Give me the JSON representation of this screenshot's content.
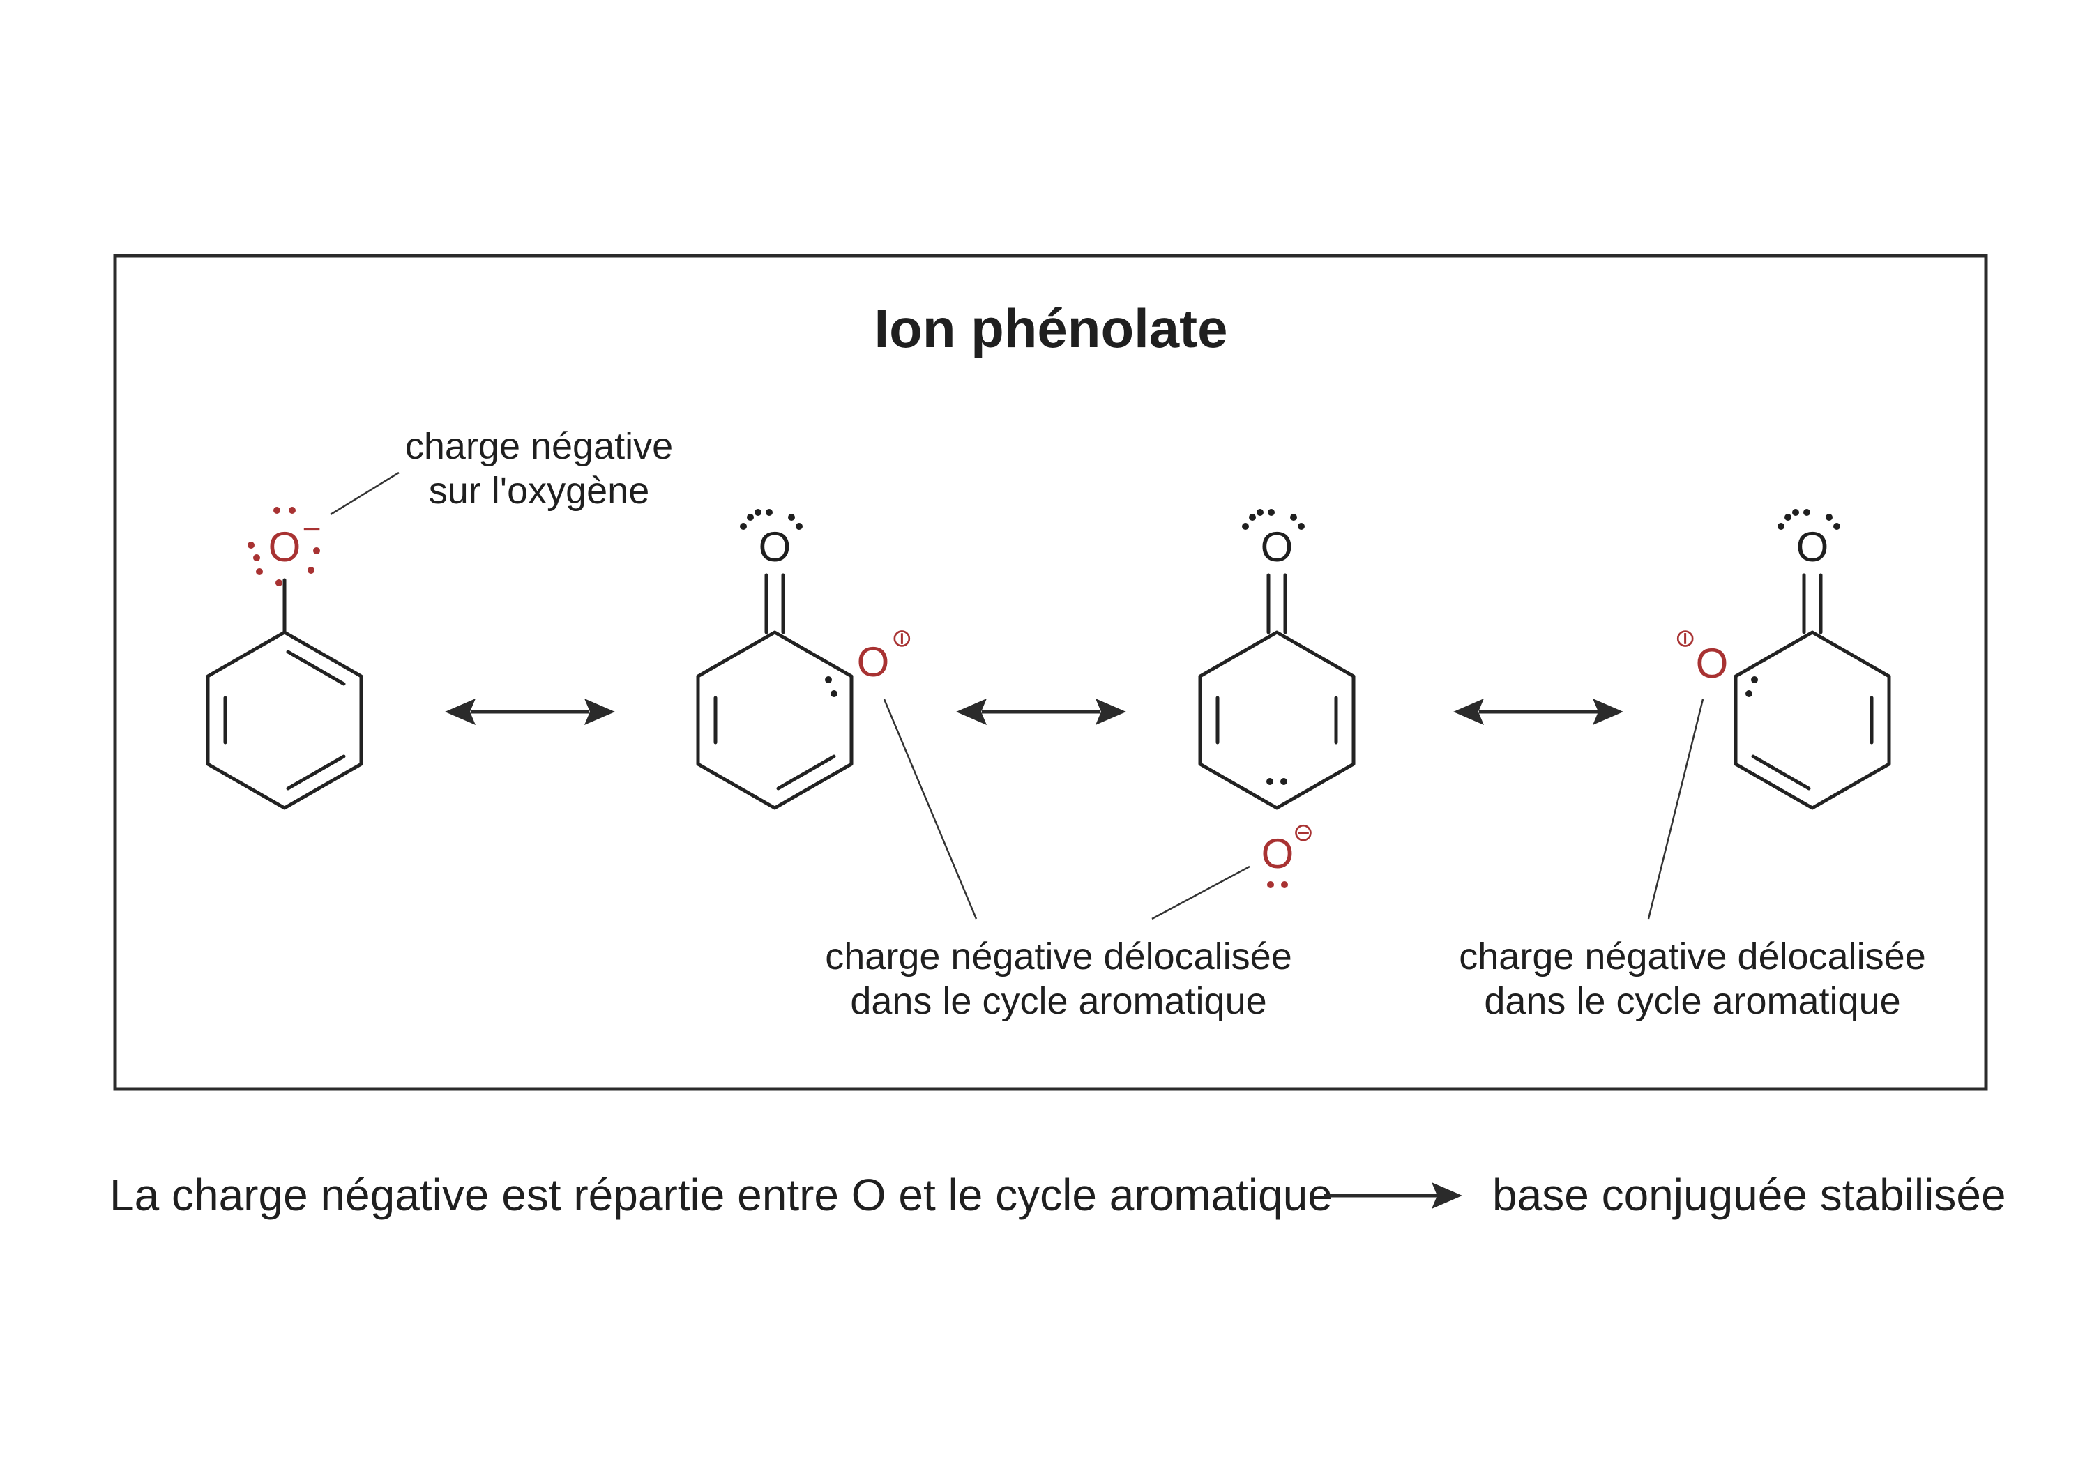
{
  "title": "Ion phénolate",
  "atom_label": "O",
  "charge_minus": "−",
  "charge_circled": "⊖",
  "annotations": {
    "oxygen_charge_line1": "charge négative",
    "oxygen_charge_line2": "sur l'oxygène",
    "delocalized_line1": "charge négative délocalisée",
    "delocalized_line2": "dans le cycle aromatique"
  },
  "footer": {
    "statement": "La charge négative est répartie entre O et le cycle aromatique",
    "conclusion": "base conjuguée stabilisée"
  },
  "colors": {
    "charge_red": "#a83232",
    "ink": "#1f1f1f"
  },
  "icons": [
    "resonance-double-arrow-icon",
    "right-arrow-icon"
  ]
}
